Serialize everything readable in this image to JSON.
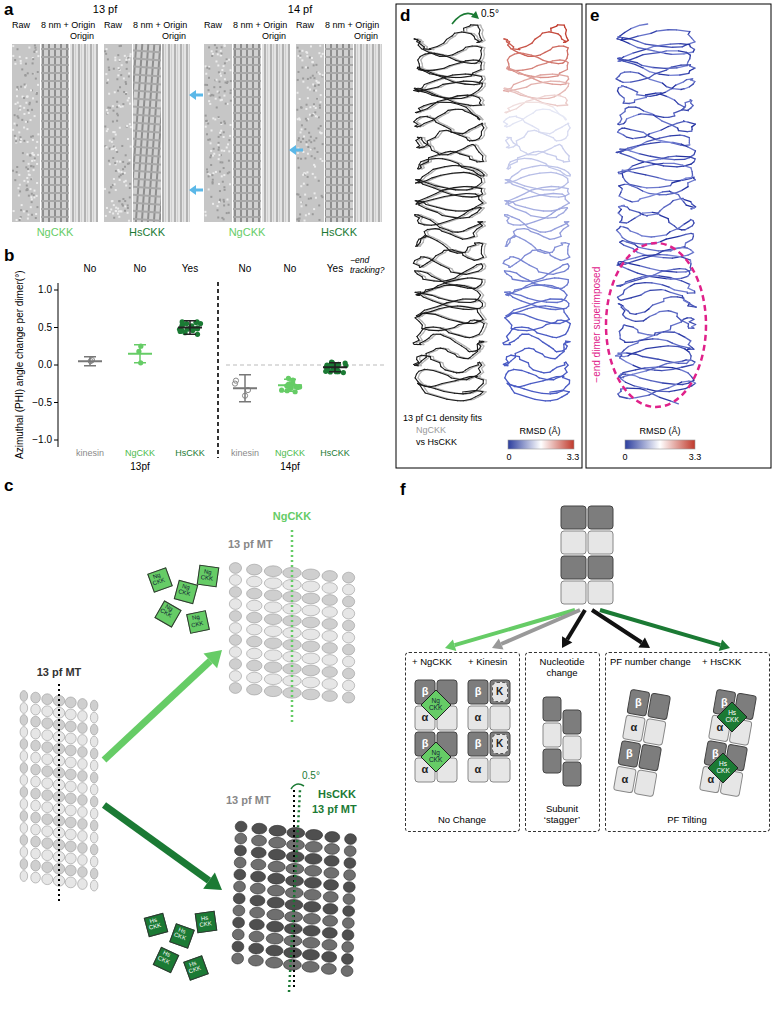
{
  "diagram": {
    "nodes": [
      {
        "text": [
          "Ng CKK"
        ]
      },
      {
        "text": [
          "Ng CKK"
        ]
      },
      {
        "text": [
          "Ng CKK"
        ]
      },
      {
        "text": [
          "Ng CKK"
        ]
      },
      {
        "text": [
          "Ng CKK"
        ]
      },
      {
        "text": [
          "Hs CKK"
        ]
      },
      {
        "text": [
          "Hs CKK"
        ]
      },
      {
        "text": [
          "Hs CKK"
        ]
      },
      {
        "text": [
          "Hs CKK"
        ]
      },
      {
        "text": [
          "Hs CKK"
        ]
      },
      {
        "text": [
          "+ NgCKK",
          "+ Kinesin",
          "No Change"
        ]
      },
      {
        "text": [
          "Ng CKK"
        ],
        "in": 10
      },
      {
        "text": [
          "Ng CKK"
        ],
        "in": 10
      },
      {
        "text": [
          "K"
        ],
        "in": 10
      },
      {
        "text": [
          "K"
        ],
        "in": 10
      },
      {
        "text": [
          "Nucleotide change",
          "Subunit ‘stagger’"
        ]
      },
      {
        "text": [
          "PF number change",
          "+ HsCKK",
          "PF Tilting"
        ]
      },
      {
        "text": [
          "Hs CKK"
        ],
        "in": 16
      },
      {
        "text": [
          "Hs CKK"
        ],
        "in": 16
      }
    ],
    "labels": [
      "a",
      "13 pf",
      "14 pf",
      "Raw",
      "8 nm + Origin",
      "Origin",
      "Raw",
      "8 nm + Origin",
      "Origin",
      "Raw",
      "8 nm + Origin",
      "Origin",
      "Raw",
      "8 nm + Origin",
      "Origin",
      "NgCKK",
      "HsCKK",
      "NgCKK",
      "HsCKK",
      "b",
      "Azimuthal (PHI) angle change per dimer(°)",
      "1.0",
      "0.5",
      "0.0",
      "−0.5",
      "−1.0",
      "No",
      "No",
      "Yes",
      "No",
      "No",
      "Yes",
      "−end tracking?",
      "kinesin",
      "NgCKK",
      "HsCKK",
      "kinesin",
      "NgCKK",
      "HsCKK",
      "13pf",
      "14pf",
      "c",
      "13 pf MT",
      "NgCKK",
      "13 pf MT",
      "0.5°",
      "13 pf MT",
      "HsCKK",
      "13 pf MT",
      "d",
      "0.5°",
      "13 pf C1 density fits",
      "NgCKK",
      "vs HsCKK",
      "RMSD (Å)",
      "0",
      "3.3",
      "e",
      "−end dimer superimposed",
      "RMSD (Å)",
      "0",
      "3.3",
      "f",
      "β",
      "α",
      "β",
      "α",
      "β",
      "α",
      "β",
      "α",
      "β",
      "α",
      "β",
      "α",
      "β",
      "α",
      "β",
      "α"
    ]
  }
}
